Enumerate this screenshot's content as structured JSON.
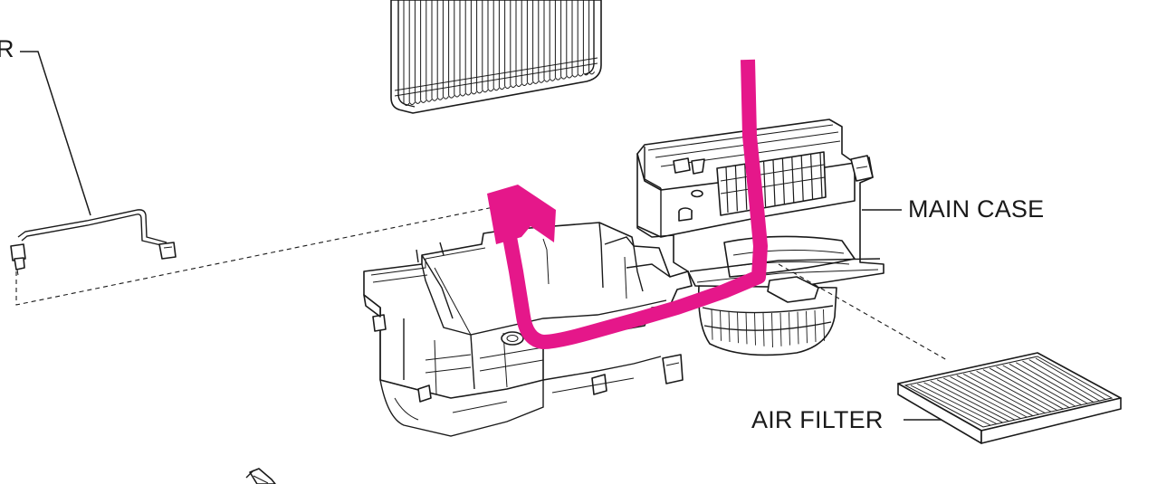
{
  "labels": {
    "partial_left": "R",
    "main_case": "MAIN CASE",
    "air_filter": "AIR FILTER"
  },
  "colors": {
    "airflow_arrow": "#e5178a",
    "line_art": "#1a1a1a",
    "background": "#ffffff"
  }
}
